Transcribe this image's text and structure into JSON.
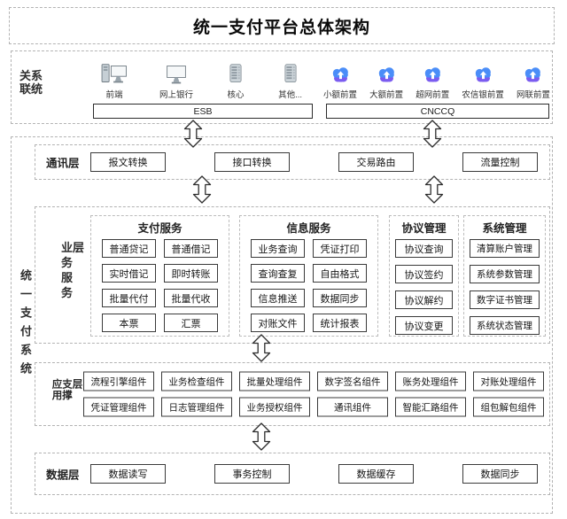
{
  "title": "统一支付平台总体架构",
  "colors": {
    "cloud_blue": "#4a8df8",
    "cloud_purple": "#7b5cf0",
    "icon_gray": "#9aa5ad",
    "line_dark": "#2d2d2d"
  },
  "associated": {
    "label": "关联系统",
    "clients": [
      {
        "label": "前端"
      },
      {
        "label": "网上银行"
      },
      {
        "label": "核心"
      },
      {
        "label": "其他..."
      }
    ],
    "esb": "ESB",
    "clouds": [
      {
        "label": "小额前置"
      },
      {
        "label": "大额前置"
      },
      {
        "label": "超网前置"
      },
      {
        "label": "农信银前置"
      },
      {
        "label": "网联前置"
      }
    ],
    "cncc": "CNCCQ"
  },
  "system": {
    "label": "统一支付系统",
    "comm": {
      "label": "通讯层",
      "items": [
        "报文转换",
        "接口转换",
        "交易路由",
        "流量控制"
      ]
    },
    "business": {
      "label": "业务服务层",
      "groups": [
        {
          "title": "支付服务",
          "items": [
            "普通贷记",
            "普通借记",
            "实时借记",
            "即时转账",
            "批量代付",
            "批量代收",
            "本票",
            "汇票"
          ]
        },
        {
          "title": "信息服务",
          "items": [
            "业务查询",
            "凭证打印",
            "查询查复",
            "自由格式",
            "信息推送",
            "数据同步",
            "对账文件",
            "统计报表"
          ]
        },
        {
          "title": "协议管理",
          "items": [
            "协议查询",
            "协议签约",
            "协议解约",
            "协议变更"
          ]
        },
        {
          "title": "系统管理",
          "items": [
            "清算账户管理",
            "系统参数管理",
            "数字证书管理",
            "系统状态管理"
          ]
        }
      ]
    },
    "app": {
      "label": "应用支撑层",
      "items": [
        "流程引擎组件",
        "业务检查组件",
        "批量处理组件",
        "数字签名组件",
        "账务处理组件",
        "对账处理组件",
        "凭证管理组件",
        "日志管理组件",
        "业务授权组件",
        "通讯组件",
        "智能汇路组件",
        "组包解包组件"
      ]
    },
    "data": {
      "label": "数据层",
      "items": [
        "数据读写",
        "事务控制",
        "数据缓存",
        "数据同步"
      ]
    }
  }
}
